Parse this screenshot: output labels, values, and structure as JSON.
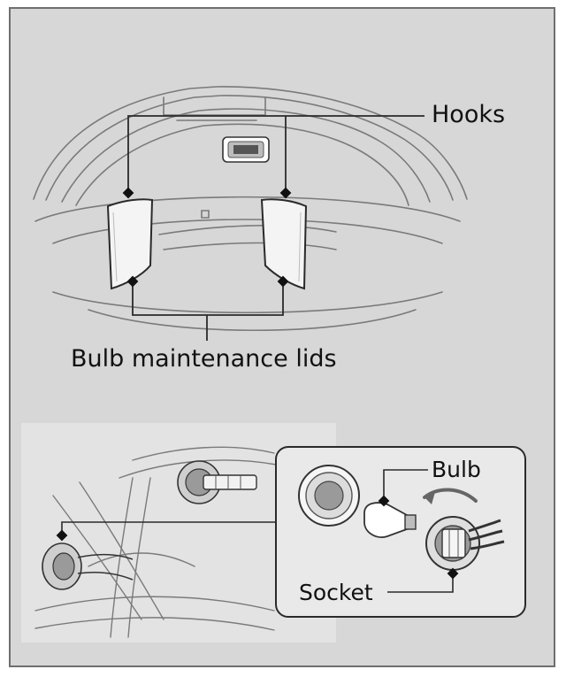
{
  "labels": {
    "hooks": "Hooks",
    "lids": "Bulb maintenance lids",
    "bulb": "Bulb",
    "socket": "Socket"
  },
  "colors": {
    "panel_bg": "#d7d7d7",
    "line": "#2a2a2a",
    "sketch": "#7a7a7a",
    "inset_bg": "#e9e9e9",
    "lid_fill": "#f4f4f4",
    "socket_fill": "#9a9a9a"
  }
}
